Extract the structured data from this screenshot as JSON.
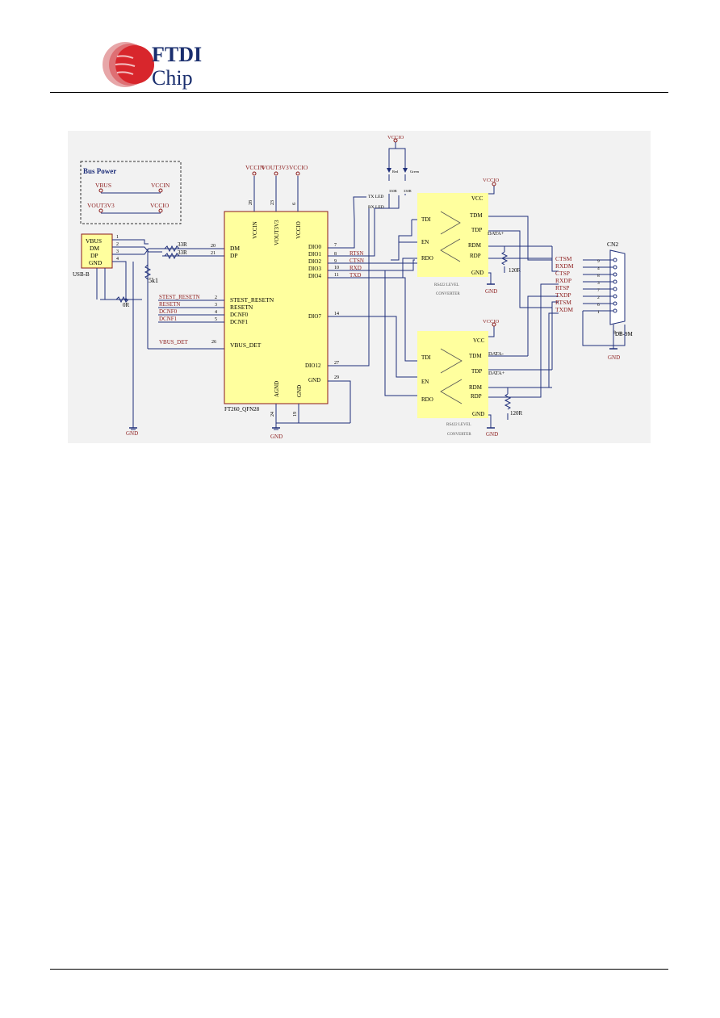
{
  "logo": {
    "line1": "FTDI",
    "line2": "Chip",
    "color_red": "#d8262c",
    "color_blue": "#1a2e6e"
  },
  "bus_power": {
    "title": "Bus Power",
    "nets": [
      "VBUS",
      "VCCIN",
      "VOUT3V3",
      "VCCIO"
    ]
  },
  "power_labels": {
    "vccin": "VCCIN",
    "vout3v3": "VOUT3V3",
    "vccio": "VCCIO"
  },
  "usb": {
    "pins": [
      "VBUS",
      "DM",
      "DP",
      "GND"
    ],
    "pin_numbers": [
      "1",
      "2",
      "3",
      "4"
    ],
    "label": "USB-B",
    "r_dm": "33R",
    "r_dp": "33R",
    "r_pull": "5k1",
    "r_gnd": "0R",
    "gnd": "GND"
  },
  "ic": {
    "name": "FT260_QFN28",
    "top_pins": [
      {
        "name": "VCCIN",
        "num": "28"
      },
      {
        "name": "VOUT3V3",
        "num": "23"
      },
      {
        "name": "VCCIO",
        "num": "6"
      }
    ],
    "left_pins": [
      {
        "name": "DM",
        "num": "20"
      },
      {
        "name": "DP",
        "num": "21"
      },
      {
        "name": "STEST_RESETN",
        "num": "2"
      },
      {
        "name": "RESETN",
        "num": "3"
      },
      {
        "name": "DCNF0",
        "num": "4"
      },
      {
        "name": "DCNF1",
        "num": "5"
      },
      {
        "name": "VBUS_DET",
        "num": "26"
      }
    ],
    "right_pins": [
      {
        "name": "DIO0",
        "num": "7"
      },
      {
        "name": "DIO1",
        "num": "8"
      },
      {
        "name": "DIO2",
        "num": "9"
      },
      {
        "name": "DIO3",
        "num": "10"
      },
      {
        "name": "DIO4",
        "num": "11"
      },
      {
        "name": "DIO7",
        "num": "14"
      },
      {
        "name": "DIO12",
        "num": "27"
      },
      {
        "name": "GND",
        "num": "29"
      }
    ],
    "bottom_pins": [
      {
        "name": "AGND",
        "num": "24"
      },
      {
        "name": "GND",
        "num": "19"
      }
    ]
  },
  "net_labels": [
    "STEST_RESETN",
    "RESETN",
    "DCNF0",
    "DCNF1",
    "VBUS_DET",
    "RTSN",
    "CTSN",
    "RXD",
    "TXD",
    "TX LED",
    "RX LED"
  ],
  "leds": {
    "vcc": "VCCIO",
    "led1": "Red",
    "led2": "Green",
    "r1": "330R",
    "r2": "330R"
  },
  "conv1": {
    "pins_left": [
      "TDI",
      "EN",
      "RDO"
    ],
    "pins_right": [
      "VCC",
      "TDM",
      "TDP",
      "RDM",
      "RDP",
      "GND"
    ],
    "title1": "RS422 LEVEL",
    "title2": "CONVERTER",
    "vcc_net": "VCCIO",
    "data": "DATA+",
    "term": "120R",
    "gnd": "GND"
  },
  "conv2": {
    "pins_left": [
      "TDI",
      "EN",
      "RDO"
    ],
    "pins_right": [
      "VCC",
      "TDM",
      "TDP",
      "RDM",
      "RDP",
      "GND"
    ],
    "title1": "RS422 LEVEL",
    "title2": "CONVERTER",
    "vcc_net": "VCCIO",
    "data_minus": "DATA-",
    "data_plus": "DATA+",
    "term": "120R",
    "gnd": "GND"
  },
  "connector": {
    "name": "CN2",
    "type": "DB-9M",
    "signals": [
      {
        "label": "CTSM",
        "pin": "9"
      },
      {
        "label": "RXDM",
        "pin": "4"
      },
      {
        "label": "CTSP",
        "pin": "8"
      },
      {
        "label": "RXDP",
        "pin": "3"
      },
      {
        "label": "RTSP",
        "pin": "7"
      },
      {
        "label": "TXDP",
        "pin": "2"
      },
      {
        "label": "RTSM",
        "pin": "6"
      },
      {
        "label": "TXDM",
        "pin": "1"
      }
    ],
    "shell_pins": [
      "10",
      "11"
    ],
    "gnd": "GND"
  },
  "gnd_main": "GND",
  "colors": {
    "wire": "#1f2f7a",
    "ic_fill": "#ffff9e",
    "ic_stroke": "#8b1a1a",
    "red_net": "#8b1a1a",
    "panel_bg": "#f2f2f2"
  }
}
